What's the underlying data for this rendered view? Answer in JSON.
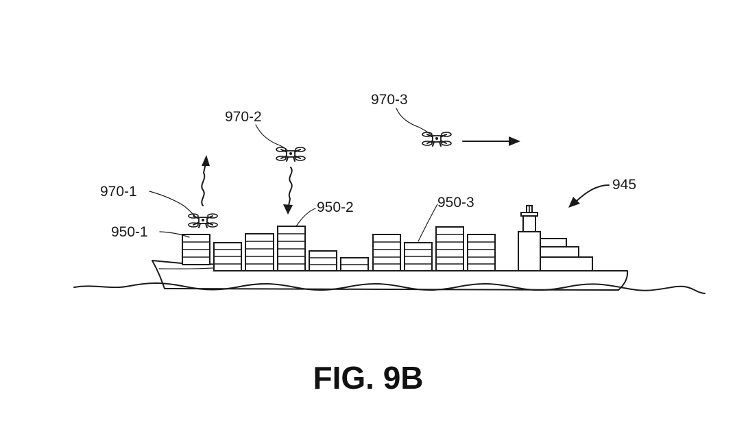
{
  "figure": {
    "title": "FIG. 9B",
    "labels": {
      "ship": "945",
      "container_1": "950-1",
      "container_2": "950-2",
      "container_3": "950-3",
      "drone_1": "970-1",
      "drone_2": "970-2",
      "drone_3": "970-3"
    }
  }
}
